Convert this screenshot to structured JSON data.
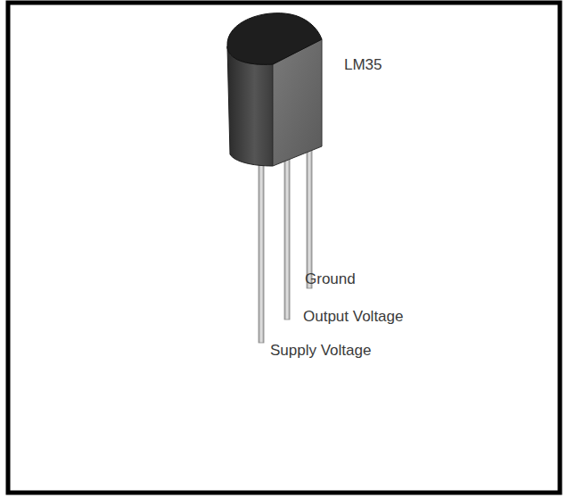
{
  "diagram": {
    "labels": [
      "LM35",
      "Ground",
      "Output Voltage",
      "Supply Voltage"
    ]
  }
}
